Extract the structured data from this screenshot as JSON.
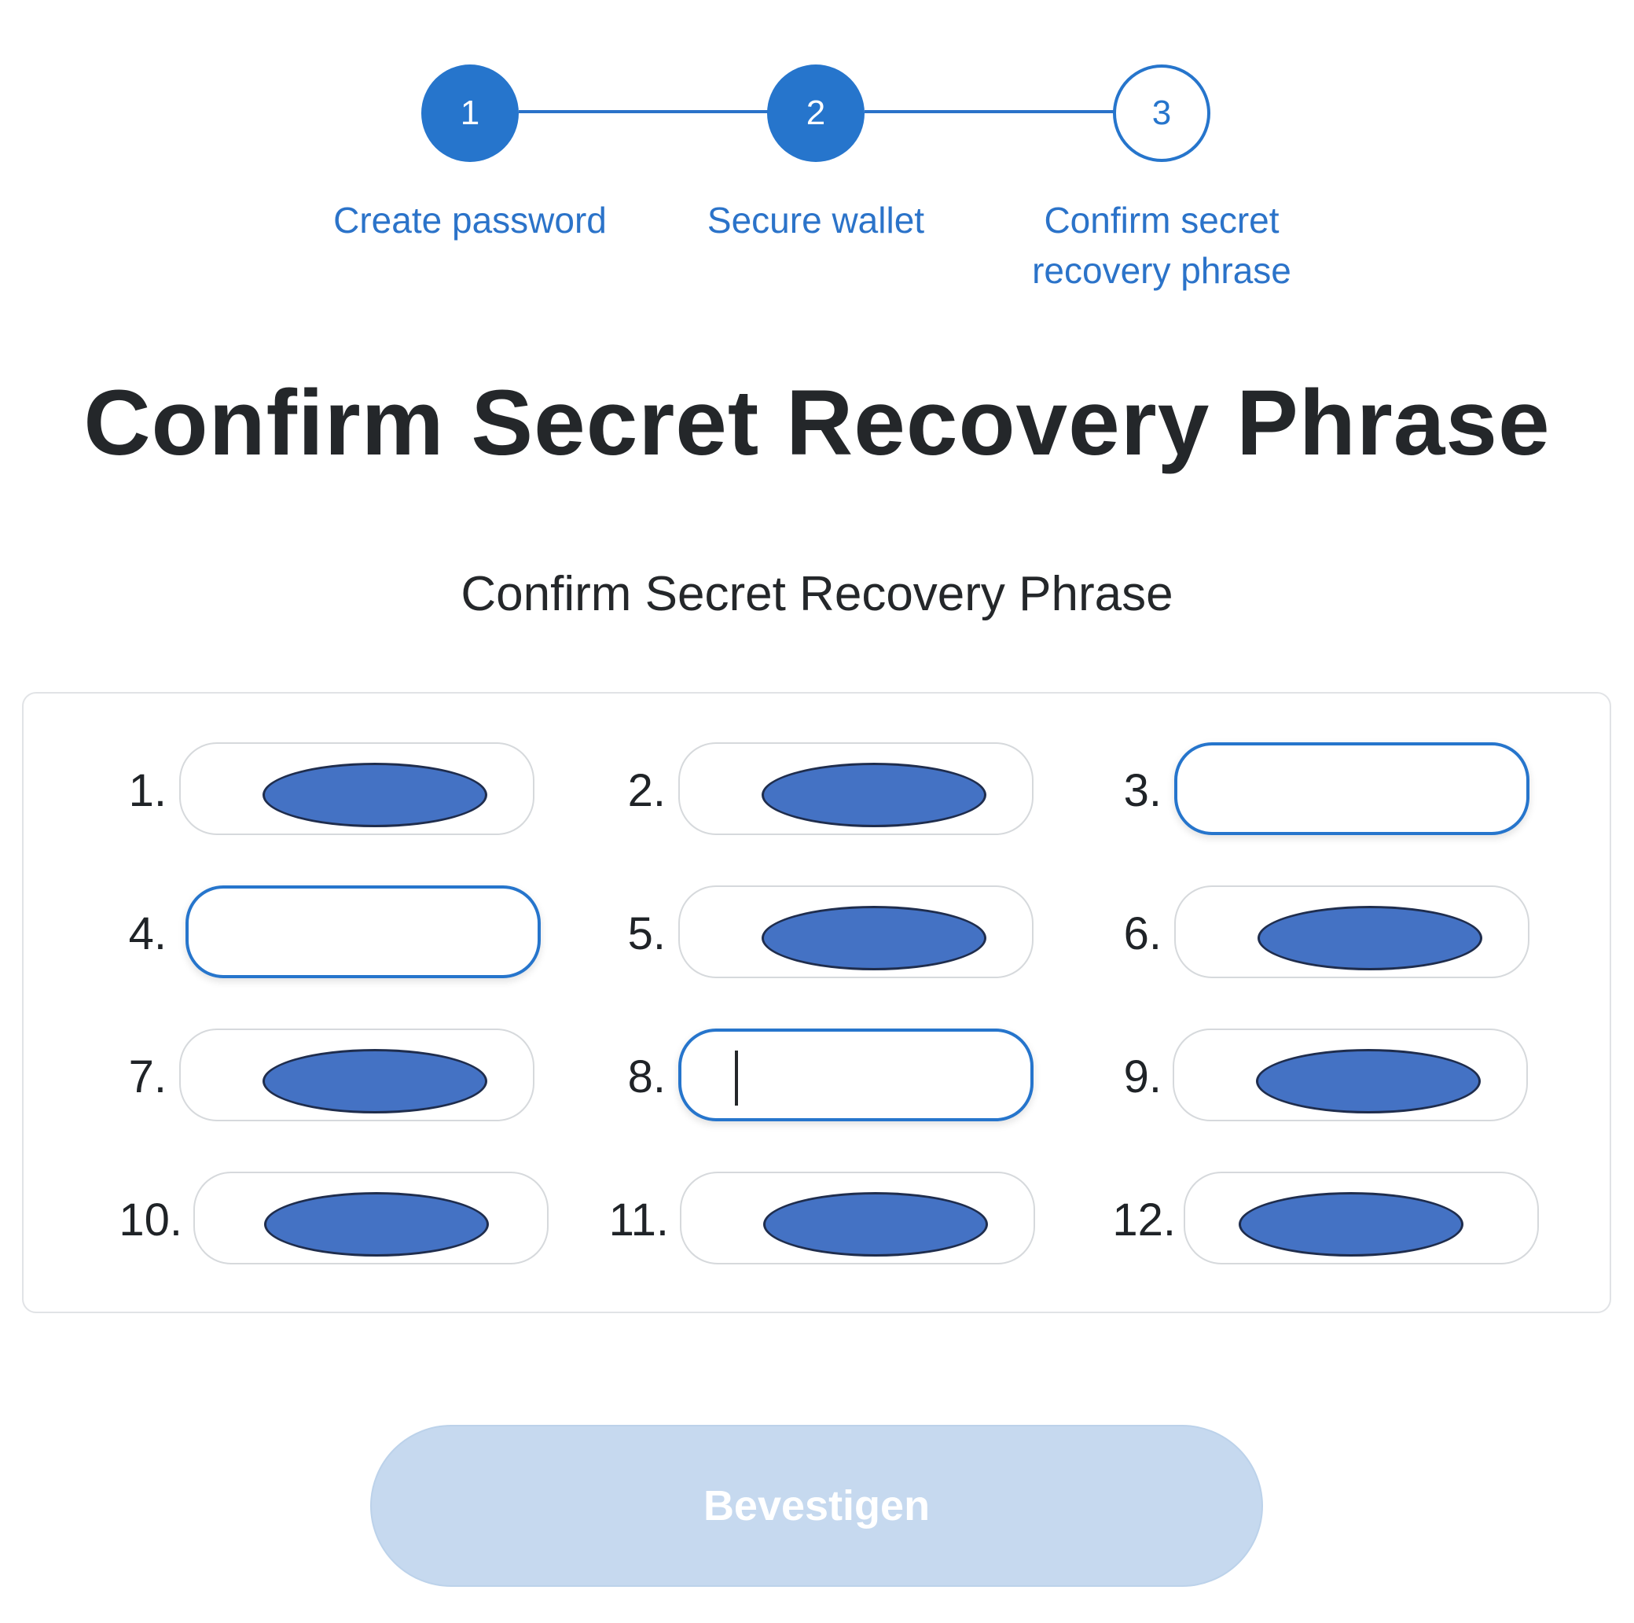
{
  "stepper": {
    "steps": [
      {
        "number": "1",
        "label": "Create password",
        "state": "complete"
      },
      {
        "number": "2",
        "label": "Secure wallet",
        "state": "complete"
      },
      {
        "number": "3",
        "label": "Confirm secret recovery phrase",
        "state": "current"
      }
    ],
    "accent_color": "#2675cc"
  },
  "page_title": "Confirm Secret Recovery Phrase",
  "section_subtitle": "Confirm Secret Recovery Phrase",
  "phrase": {
    "words": [
      {
        "index": "1.",
        "state": "redacted"
      },
      {
        "index": "2.",
        "state": "redacted"
      },
      {
        "index": "3.",
        "state": "empty"
      },
      {
        "index": "4.",
        "state": "empty"
      },
      {
        "index": "5.",
        "state": "redacted"
      },
      {
        "index": "6.",
        "state": "redacted"
      },
      {
        "index": "7.",
        "state": "redacted"
      },
      {
        "index": "8.",
        "state": "focused"
      },
      {
        "index": "9.",
        "state": "redacted"
      },
      {
        "index": "10.",
        "state": "redacted"
      },
      {
        "index": "11.",
        "state": "redacted"
      },
      {
        "index": "12.",
        "state": "redacted"
      }
    ],
    "redaction_color": "#4472c4"
  },
  "confirm_button": {
    "label": "Bevestigen",
    "state": "disabled",
    "color": "#c6d9ef"
  }
}
